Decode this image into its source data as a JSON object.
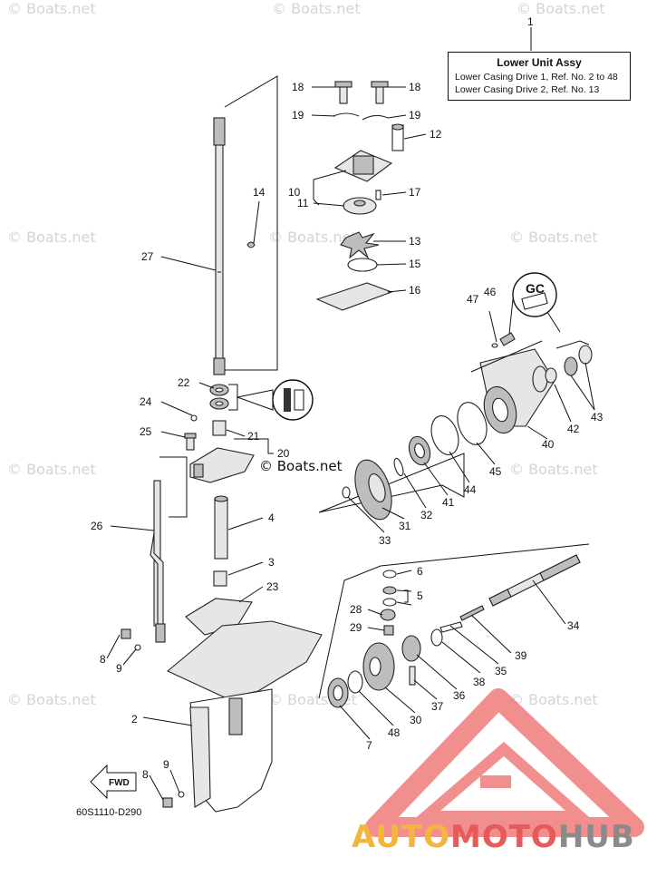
{
  "watermark_text": "© Boats.net",
  "legend": {
    "callout": "1",
    "title": "Lower Unit Assy",
    "lines": [
      "Lower Casing Drive 1,   Ref. No.  2 to 48",
      "Lower Casing Drive 2,   Ref. No.  13"
    ]
  },
  "diagram_code": "60S1110-D290",
  "fwd_label": "FWD",
  "gc_label": "GC",
  "callouts": [
    "1",
    "2",
    "3",
    "4",
    "5",
    "6",
    "7",
    "8",
    "9",
    "10",
    "11",
    "12",
    "13",
    "14",
    "15",
    "16",
    "17",
    "18",
    "19",
    "20",
    "21",
    "22",
    "23",
    "24",
    "25",
    "26",
    "27",
    "28",
    "29",
    "30",
    "31",
    "32",
    "33",
    "34",
    "35",
    "36",
    "37",
    "38",
    "39",
    "40",
    "41",
    "42",
    "43",
    "44",
    "45",
    "46",
    "47",
    "48"
  ],
  "logo": {
    "part1": "AUTO",
    "part2": "MOTO",
    "part3": "HUB",
    "colors": [
      "#f5b43c",
      "#e85a5a",
      "#8a8a8a"
    ]
  }
}
